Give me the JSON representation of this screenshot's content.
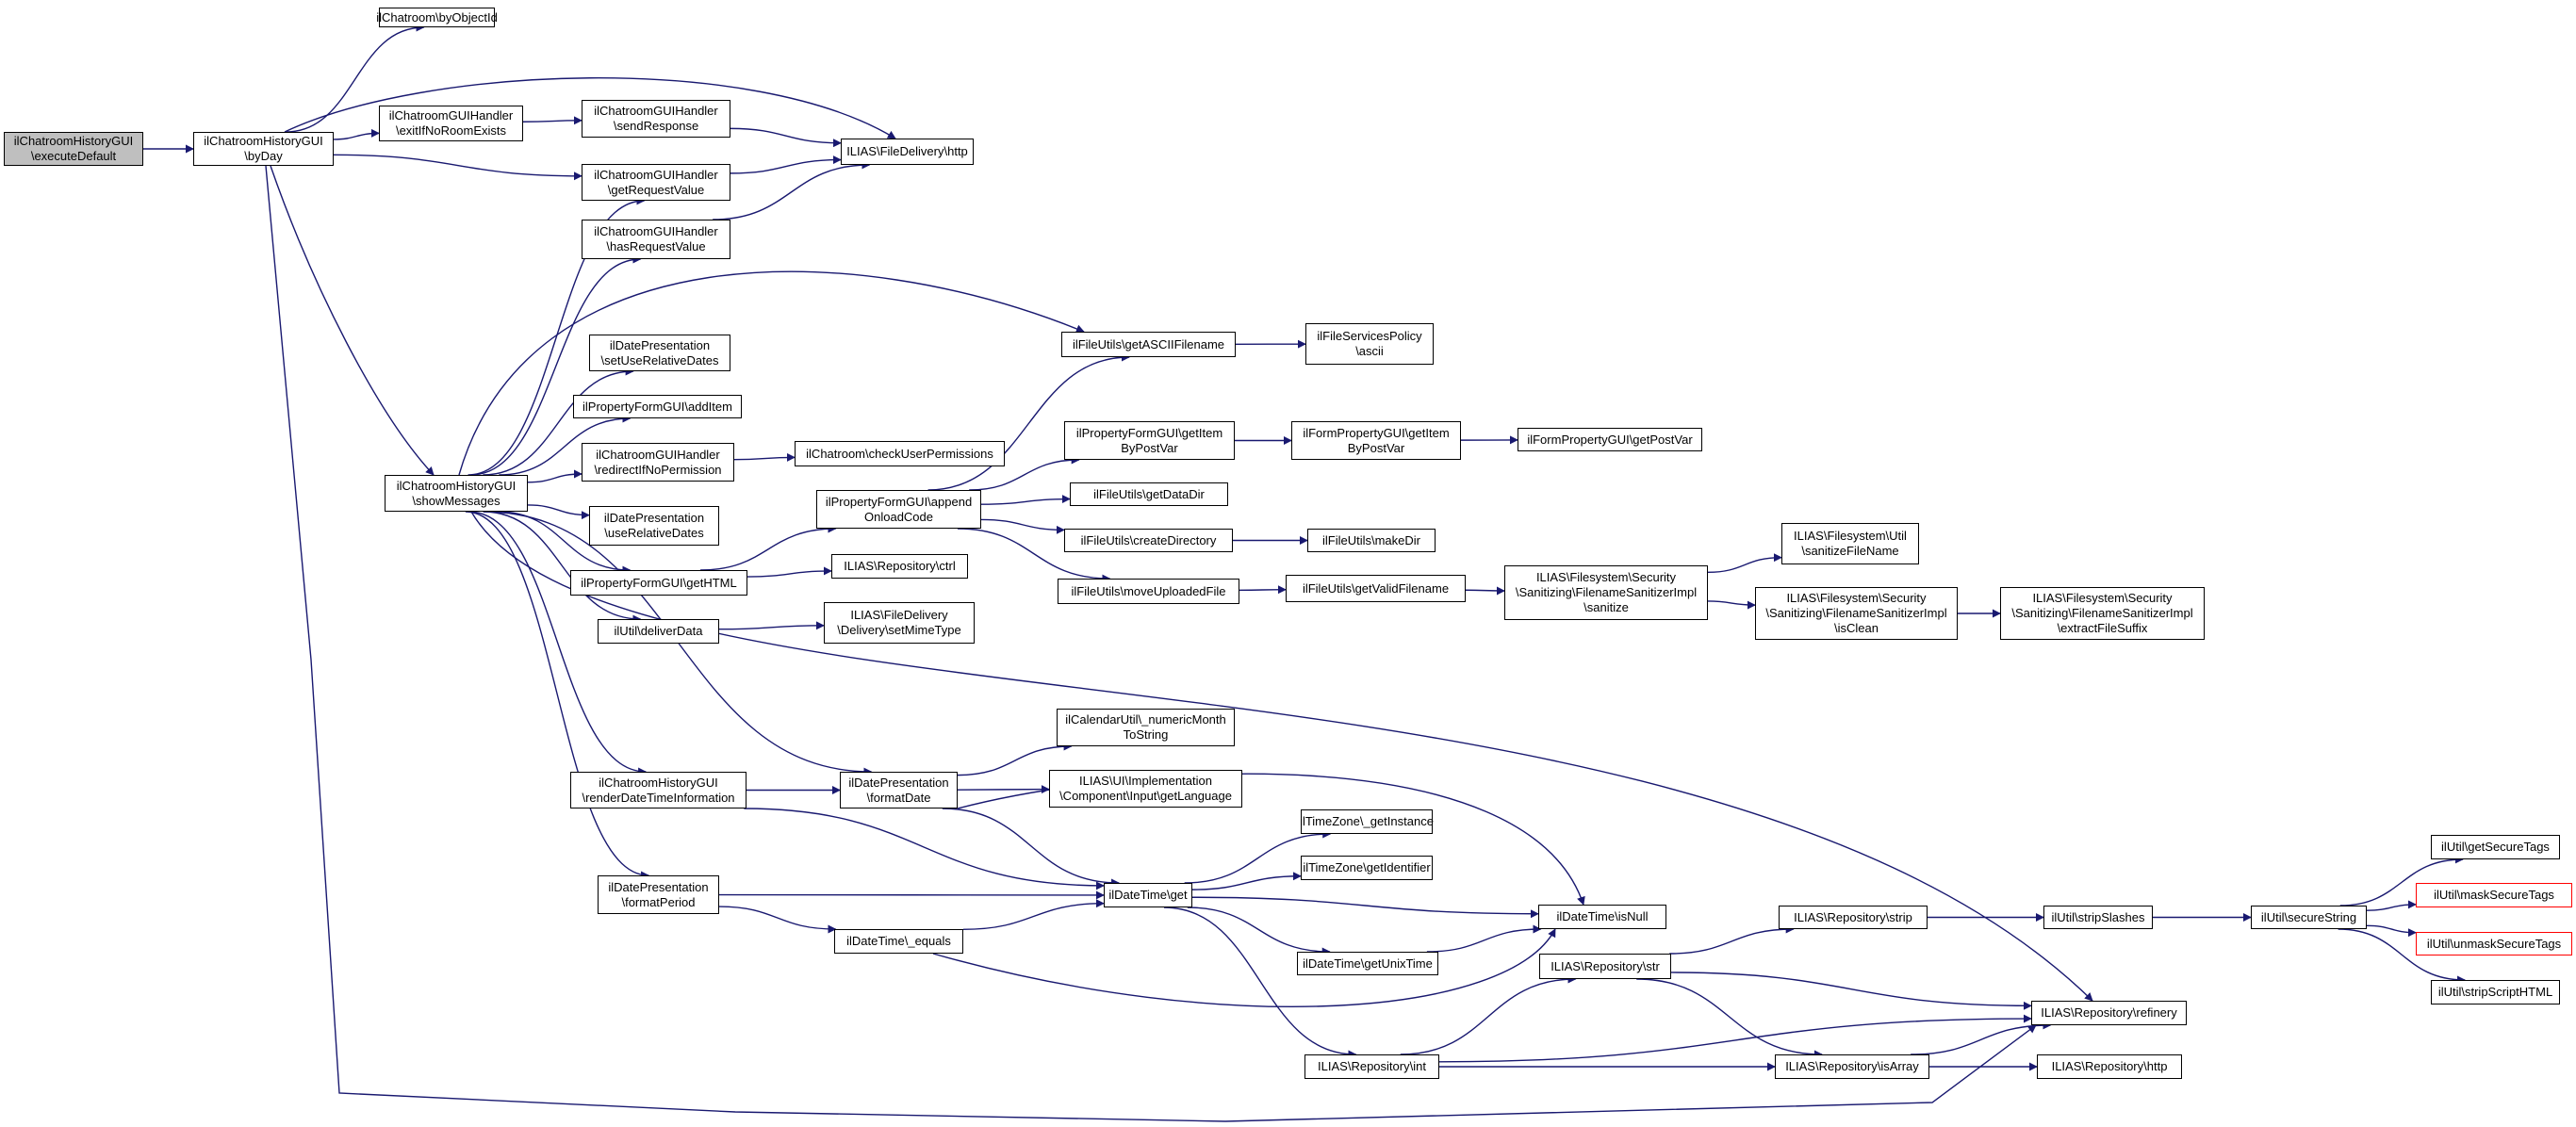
{
  "colors": {
    "edge": "#191970",
    "node_border": "#000000",
    "truncated_border": "#ff0000",
    "root_fill": "#bfbfbf",
    "background": "#ffffff"
  },
  "nodes": [
    {
      "id": "n0",
      "lines": [
        "ilChatroomHistoryGUI",
        "\\executeDefault"
      ],
      "root": true
    },
    {
      "id": "n1",
      "lines": [
        "ilChatroomHistoryGUI",
        "\\byDay"
      ]
    },
    {
      "id": "n2",
      "lines": [
        "ilChatroom\\byObjectId"
      ]
    },
    {
      "id": "n3",
      "lines": [
        "ilChatroomGUIHandler",
        "\\exitIfNoRoomExists"
      ]
    },
    {
      "id": "n4",
      "lines": [
        "ilChatroomGUIHandler",
        "\\sendResponse"
      ]
    },
    {
      "id": "n5",
      "lines": [
        "ILIAS\\FileDelivery\\http"
      ]
    },
    {
      "id": "n6",
      "lines": [
        "ilChatroomGUIHandler",
        "\\getRequestValue"
      ]
    },
    {
      "id": "n7",
      "lines": [
        "ilChatroomGUIHandler",
        "\\hasRequestValue"
      ]
    },
    {
      "id": "n8",
      "lines": [
        "ilChatroomHistoryGUI",
        "\\showMessages"
      ]
    },
    {
      "id": "n9",
      "lines": [
        "ilFileUtils\\getASCIIFilename"
      ]
    },
    {
      "id": "n10",
      "lines": [
        "ilFileServicesPolicy",
        "\\ascii"
      ]
    },
    {
      "id": "n11",
      "lines": [
        "ilDatePresentation",
        "\\setUseRelativeDates"
      ]
    },
    {
      "id": "n12",
      "lines": [
        "ilPropertyFormGUI\\addItem"
      ]
    },
    {
      "id": "n13",
      "lines": [
        "ilChatroomGUIHandler",
        "\\redirectIfNoPermission"
      ]
    },
    {
      "id": "n14",
      "lines": [
        "ilChatroom\\checkUserPermissions"
      ]
    },
    {
      "id": "n15",
      "lines": [
        "ilDatePresentation",
        "\\useRelativeDates"
      ]
    },
    {
      "id": "n16",
      "lines": [
        "ilPropertyFormGUI\\getHTML"
      ]
    },
    {
      "id": "n17",
      "lines": [
        "ilPropertyFormGUI\\append",
        "OnloadCode"
      ]
    },
    {
      "id": "n18",
      "lines": [
        "ilPropertyFormGUI\\getItem",
        "ByPostVar"
      ]
    },
    {
      "id": "n19",
      "lines": [
        "ilFormPropertyGUI\\getItem",
        "ByPostVar"
      ]
    },
    {
      "id": "n20",
      "lines": [
        "ilFormPropertyGUI\\getPostVar"
      ]
    },
    {
      "id": "n21",
      "lines": [
        "ilFileUtils\\getDataDir"
      ]
    },
    {
      "id": "n22",
      "lines": [
        "ilFileUtils\\createDirectory"
      ]
    },
    {
      "id": "n23",
      "lines": [
        "ilFileUtils\\makeDir"
      ]
    },
    {
      "id": "n24",
      "lines": [
        "ilFileUtils\\moveUploadedFile"
      ]
    },
    {
      "id": "n25",
      "lines": [
        "ilFileUtils\\getValidFilename"
      ]
    },
    {
      "id": "n26",
      "lines": [
        "ILIAS\\Filesystem\\Security",
        "\\Sanitizing\\FilenameSanitizerImpl",
        "\\sanitize"
      ]
    },
    {
      "id": "n27",
      "lines": [
        "ILIAS\\Filesystem\\Util",
        "\\sanitizeFileName"
      ]
    },
    {
      "id": "n28",
      "lines": [
        "ILIAS\\Filesystem\\Security",
        "\\Sanitizing\\FilenameSanitizerImpl",
        "\\isClean"
      ]
    },
    {
      "id": "n29",
      "lines": [
        "ILIAS\\Filesystem\\Security",
        "\\Sanitizing\\FilenameSanitizerImpl",
        "\\extractFileSuffix"
      ]
    },
    {
      "id": "n30",
      "lines": [
        "ILIAS\\Repository\\ctrl"
      ]
    },
    {
      "id": "n31",
      "lines": [
        "ilUtil\\deliverData"
      ]
    },
    {
      "id": "n32",
      "lines": [
        "ILIAS\\FileDelivery",
        "\\Delivery\\setMimeType"
      ]
    },
    {
      "id": "n33",
      "lines": [
        "ilCalendarUtil\\_numericMonth",
        "ToString"
      ]
    },
    {
      "id": "n34",
      "lines": [
        "ILIAS\\UI\\Implementation",
        "\\Component\\Input\\getLanguage"
      ]
    },
    {
      "id": "n35",
      "lines": [
        "ilChatroomHistoryGUI",
        "\\renderDateTimeInformation"
      ]
    },
    {
      "id": "n36",
      "lines": [
        "ilDatePresentation",
        "\\formatDate"
      ]
    },
    {
      "id": "n37",
      "lines": [
        "ilTimeZone\\_getInstance"
      ]
    },
    {
      "id": "n38",
      "lines": [
        "ilTimeZone\\getIdentifier"
      ]
    },
    {
      "id": "n39",
      "lines": [
        "ilDatePresentation",
        "\\formatPeriod"
      ]
    },
    {
      "id": "n40",
      "lines": [
        "ilDateTime\\get"
      ]
    },
    {
      "id": "n41",
      "lines": [
        "ilDateTime\\isNull"
      ]
    },
    {
      "id": "n42",
      "lines": [
        "ilDateTime\\_equals"
      ]
    },
    {
      "id": "n43",
      "lines": [
        "ilDateTime\\getUnixTime"
      ]
    },
    {
      "id": "n44",
      "lines": [
        "ILIAS\\Repository\\strip"
      ]
    },
    {
      "id": "n45",
      "lines": [
        "ilUtil\\stripSlashes"
      ]
    },
    {
      "id": "n46",
      "lines": [
        "ilUtil\\secureString"
      ]
    },
    {
      "id": "n47",
      "lines": [
        "ilUtil\\getSecureTags"
      ]
    },
    {
      "id": "n48",
      "lines": [
        "ilUtil\\maskSecureTags"
      ],
      "truncated": true
    },
    {
      "id": "n49",
      "lines": [
        "ilUtil\\unmaskSecureTags"
      ],
      "truncated": true
    },
    {
      "id": "n50",
      "lines": [
        "ilUtil\\stripScriptHTML"
      ]
    },
    {
      "id": "n51",
      "lines": [
        "ILIAS\\Repository\\str"
      ]
    },
    {
      "id": "n52",
      "lines": [
        "ILIAS\\Repository\\refinery"
      ]
    },
    {
      "id": "n53",
      "lines": [
        "ILIAS\\Repository\\int"
      ]
    },
    {
      "id": "n54",
      "lines": [
        "ILIAS\\Repository\\isArray"
      ]
    },
    {
      "id": "n55",
      "lines": [
        "ILIAS\\Repository\\http"
      ]
    }
  ],
  "edges": [
    [
      "n0",
      "n1"
    ],
    [
      "n1",
      "n2"
    ],
    [
      "n1",
      "n5"
    ],
    [
      "n1",
      "n3"
    ],
    [
      "n1",
      "n6"
    ],
    [
      "n1",
      "n8"
    ],
    [
      "n1",
      "n52"
    ],
    [
      "n3",
      "n4"
    ],
    [
      "n4",
      "n5"
    ],
    [
      "n6",
      "n5"
    ],
    [
      "n7",
      "n5"
    ],
    [
      "n8",
      "n6"
    ],
    [
      "n8",
      "n7"
    ],
    [
      "n8",
      "n9"
    ],
    [
      "n8",
      "n11"
    ],
    [
      "n8",
      "n12"
    ],
    [
      "n8",
      "n13"
    ],
    [
      "n8",
      "n15"
    ],
    [
      "n8",
      "n16"
    ],
    [
      "n8",
      "n31"
    ],
    [
      "n8",
      "n52"
    ],
    [
      "n8",
      "n36"
    ],
    [
      "n8",
      "n35"
    ],
    [
      "n8",
      "n39"
    ],
    [
      "n9",
      "n10"
    ],
    [
      "n13",
      "n14"
    ],
    [
      "n16",
      "n17"
    ],
    [
      "n16",
      "n30"
    ],
    [
      "n17",
      "n9"
    ],
    [
      "n17",
      "n18"
    ],
    [
      "n17",
      "n21"
    ],
    [
      "n17",
      "n22"
    ],
    [
      "n17",
      "n24"
    ],
    [
      "n18",
      "n19"
    ],
    [
      "n19",
      "n20"
    ],
    [
      "n22",
      "n23"
    ],
    [
      "n24",
      "n25"
    ],
    [
      "n25",
      "n26"
    ],
    [
      "n26",
      "n27"
    ],
    [
      "n26",
      "n28"
    ],
    [
      "n28",
      "n29"
    ],
    [
      "n31",
      "n32"
    ],
    [
      "n35",
      "n36"
    ],
    [
      "n35",
      "n40"
    ],
    [
      "n36",
      "n33"
    ],
    [
      "n36",
      "n34"
    ],
    [
      "n36",
      "n40"
    ],
    [
      "n36",
      "n41"
    ],
    [
      "n39",
      "n40"
    ],
    [
      "n39",
      "n42"
    ],
    [
      "n42",
      "n40"
    ],
    [
      "n42",
      "n41"
    ],
    [
      "n40",
      "n37"
    ],
    [
      "n40",
      "n38"
    ],
    [
      "n40",
      "n41"
    ],
    [
      "n40",
      "n43"
    ],
    [
      "n40",
      "n53"
    ],
    [
      "n43",
      "n41"
    ],
    [
      "n44",
      "n45"
    ],
    [
      "n45",
      "n46"
    ],
    [
      "n46",
      "n47"
    ],
    [
      "n46",
      "n48"
    ],
    [
      "n46",
      "n49"
    ],
    [
      "n46",
      "n50"
    ],
    [
      "n51",
      "n44"
    ],
    [
      "n51",
      "n52"
    ],
    [
      "n51",
      "n54"
    ],
    [
      "n53",
      "n51"
    ],
    [
      "n53",
      "n52"
    ],
    [
      "n53",
      "n54"
    ],
    [
      "n54",
      "n52"
    ],
    [
      "n54",
      "n55"
    ]
  ]
}
